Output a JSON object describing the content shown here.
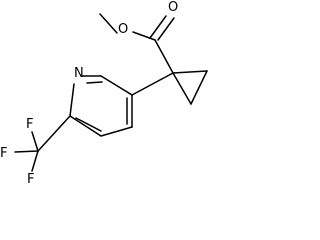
{
  "structure": {
    "atoms": {
      "o_carbonyl": "O",
      "o_ester": "O",
      "n_ring": "N",
      "f_top": "F",
      "f_left": "F",
      "f_bottom": "F"
    }
  }
}
